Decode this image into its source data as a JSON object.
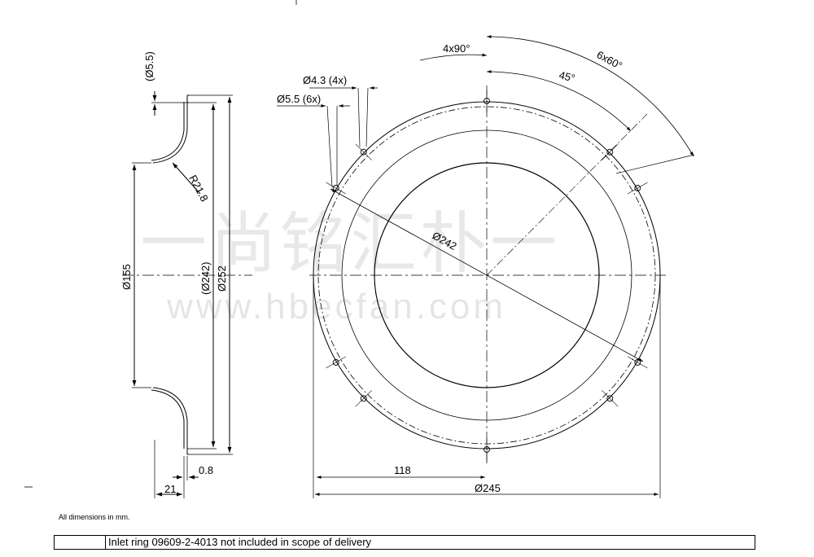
{
  "side_view": {
    "dim_hole": "(Ø5.5)",
    "dim_radius": "R21.8",
    "dim_inner": "Ø155",
    "dim_mid": "(Ø242)",
    "dim_outer": "Ø252",
    "dim_thickness": "0.8",
    "dim_depth": "21"
  },
  "front_view": {
    "dim_pattern_4": "4x90°",
    "dim_pattern_6": "6x60°",
    "dim_angle": "45°",
    "dim_hole_43": "Ø4.3 (4x)",
    "dim_hole_55": "Ø5.5 (6x)",
    "dim_pitch": "Ø242",
    "dim_radius_118": "118",
    "dim_od": "Ø245"
  },
  "watermark": {
    "cn": "一尚铭汇朴一",
    "url": "www.hbecfan.com"
  },
  "note": "All dimensions in mm.",
  "title_block": {
    "text": "Inlet ring 09609-2-4013 not included in scope of delivery"
  }
}
